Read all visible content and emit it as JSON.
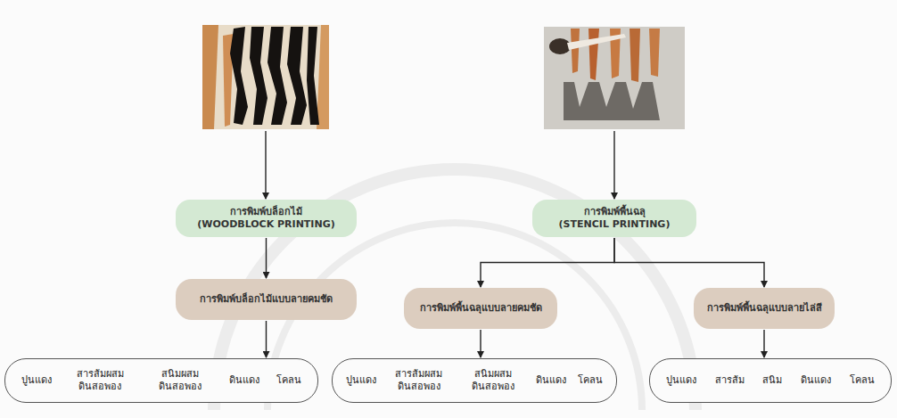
{
  "diagram": {
    "nodes": [
      {
        "text": [
          "การพิมพ์บล็อกไม้",
          "(WOODBLOCK PRINTING)"
        ]
      },
      {
        "text": [
          "การพิมพ์พื้นฉลุ",
          "(STENCIL PRINTING)"
        ]
      },
      {
        "text": [
          "การพิมพ์บล็อกไม้แบบลายคมชัด"
        ]
      },
      {
        "text": [
          "การพิมพ์พื้นฉลุแบบลายคมชัด"
        ]
      },
      {
        "text": [
          "การพิมพ์พื้นฉลุแบบลายไล่สี"
        ]
      },
      {
        "text": [
          "ปูนแดง",
          "สารส้มผสม ดินสอพอง",
          "สนิมผสม ดินสอพอง",
          "ดินแดง",
          "โคลน"
        ]
      },
      {
        "text": [
          "ปูนแดง",
          "สารส้มผสม ดินสอพอง",
          "สนิมผสม ดินสอพอง",
          "ดินแดง",
          "โคลน"
        ]
      },
      {
        "text": [
          "ปูนแดง",
          "สารส้ม",
          "สนิม",
          "ดินแดง",
          "โคลน"
        ]
      }
    ],
    "edges": [
      {
        "from": 0,
        "to": 2,
        "arrow": "to"
      },
      {
        "from": 2,
        "to": 5,
        "arrow": "to"
      },
      {
        "from": 1,
        "to": 3,
        "arrow": "to"
      },
      {
        "from": 1,
        "to": 4,
        "arrow": "to"
      },
      {
        "from": 3,
        "to": 6,
        "arrow": "to"
      },
      {
        "from": 4,
        "to": 7,
        "arrow": "to"
      }
    ]
  }
}
